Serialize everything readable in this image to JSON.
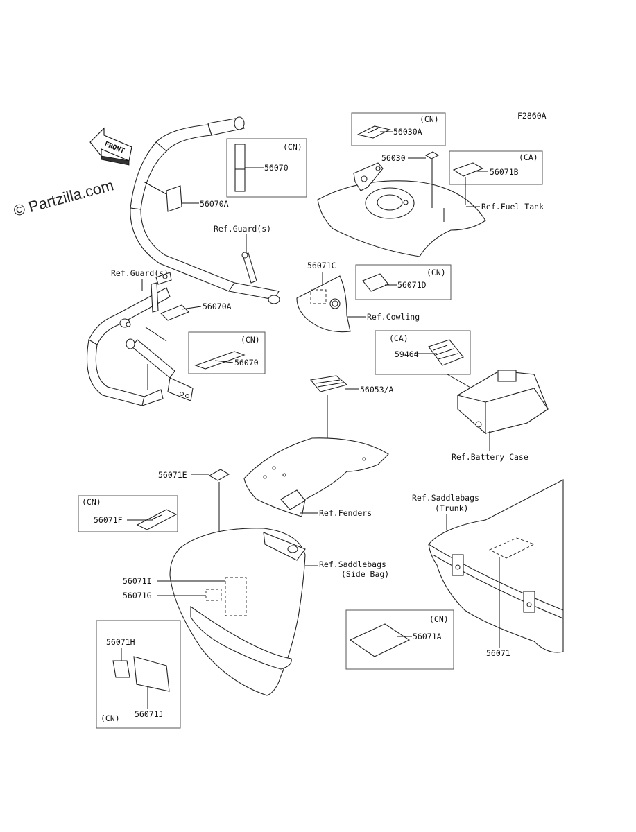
{
  "watermark": "© Partzilla.com",
  "figure_code": "F2860A",
  "front_arrow": "FRONT",
  "callouts": {
    "c56030A": "56030A",
    "c56030": "56030",
    "c56071B": "56071B",
    "ref_fuel_tank": "Ref.Fuel Tank",
    "c56070_top": "56070",
    "c56070A_top": "56070A",
    "ref_guards_top": "Ref.Guard(s)",
    "ref_guards_left": "Ref.Guard(s)",
    "c56071C": "56071C",
    "c56071D": "56071D",
    "ref_cowling": "Ref.Cowling",
    "c56070A_left": "56070A",
    "c56070_left": "56070",
    "c59464": "59464",
    "ref_battery_case": "Ref.Battery Case",
    "c56053A": "56053/A",
    "c56071E": "56071E",
    "ref_fenders": "Ref.Fenders",
    "c56071F": "56071F",
    "ref_saddlebags_trunk_1": "Ref.Saddlebags",
    "ref_saddlebags_trunk_2": "(Trunk)",
    "ref_saddlebags_side_1": "Ref.Saddlebags",
    "ref_saddlebags_side_2": "(Side Bag)",
    "c56071I": "56071I",
    "c56071G": "56071G",
    "c56071H": "56071H",
    "c56071J": "56071J",
    "c56071A": "56071A",
    "c56071": "56071"
  },
  "region_tags": {
    "cn_56030A": "(CN)",
    "ca_56071B": "(CA)",
    "cn_56070_top": "(CN)",
    "cn_56071D": "(CN)",
    "cn_56070_left": "(CN)",
    "ca_59464": "(CA)",
    "cn_56071F": "(CN)",
    "cn_56071A": "(CN)",
    "cn_56071HJ": "(CN)"
  }
}
